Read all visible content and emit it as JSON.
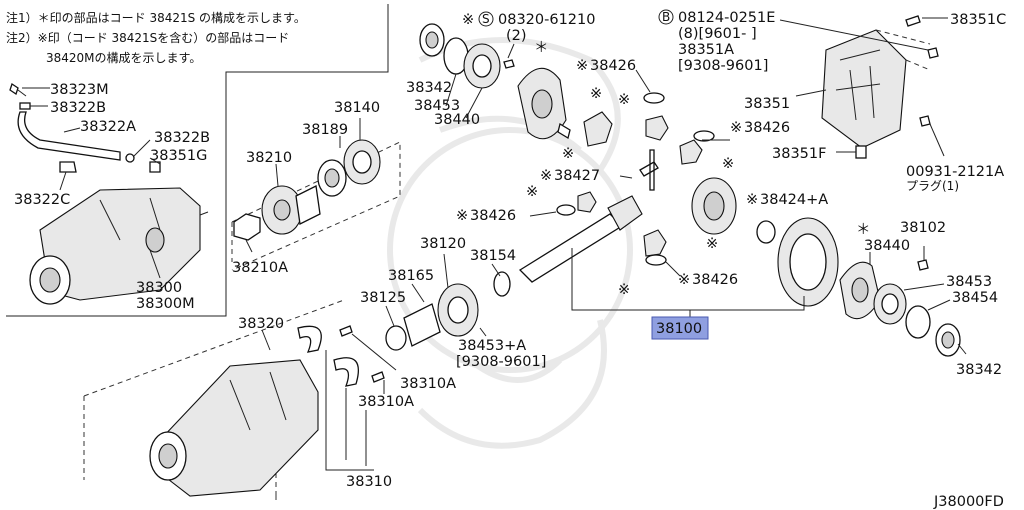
{
  "notes": {
    "line1": "注1）＊印の部品はコード 38421S の構成を示します。",
    "line2": "注2）※印（コード 38421Sを含む）の部品はコード",
    "line3": "38420Mの構成を示します。"
  },
  "diagram_code": "J38000FD",
  "highlighted_part": "38100",
  "symbols": {
    "asterisk": "＊",
    "kome": "※",
    "s_circle": "S",
    "b_circle": "B"
  },
  "labels": {
    "p38323M": "38323M",
    "p38322B_top": "38322B",
    "p38322A": "38322A",
    "p38322B": "38322B",
    "p38351G": "38351G",
    "p38322C": "38322C",
    "p38300": "38300",
    "p38300M": "38300M",
    "p38342_top": "38342",
    "p38453_top": "38453",
    "p38440_top": "38440",
    "bolt_08320_qty": "(2)",
    "p38426_top": "38426",
    "p38140": "38140",
    "p38189": "38189",
    "p38210": "38210",
    "p38210A": "38210A",
    "p38427": "38427",
    "p38426_mid_right": "38426",
    "p38426_mid": "38426",
    "p38424A": "38424+A",
    "p38120": "38120",
    "p38154": "38154",
    "p38165": "38165",
    "p38125": "38125",
    "p38453A": "38453+A",
    "p38453A_range": "[9308-9601]",
    "p38100": "38100",
    "p38426_low": "38426",
    "p38320": "38320",
    "p38310A_1": "38310A",
    "p38310A_2": "38310A",
    "p38310": "38310",
    "p08124_line1": "08124-0251E",
    "p08124_line2": "(8)[9601-      ]",
    "p38351A": "38351A",
    "p38351A_range": "[9308-9601]",
    "p38351C": "38351C",
    "p38351": "38351",
    "p38351F": "38351F",
    "p00931": "00931-2121A",
    "plug_note": "プラグ(1)",
    "p38440_right": "38440",
    "p38102": "38102",
    "p38453_right": "38453",
    "p38454": "38454",
    "p38342_right": "38342"
  },
  "parts_with_code_prefix": {
    "bolt_08320": "08320-61210"
  }
}
